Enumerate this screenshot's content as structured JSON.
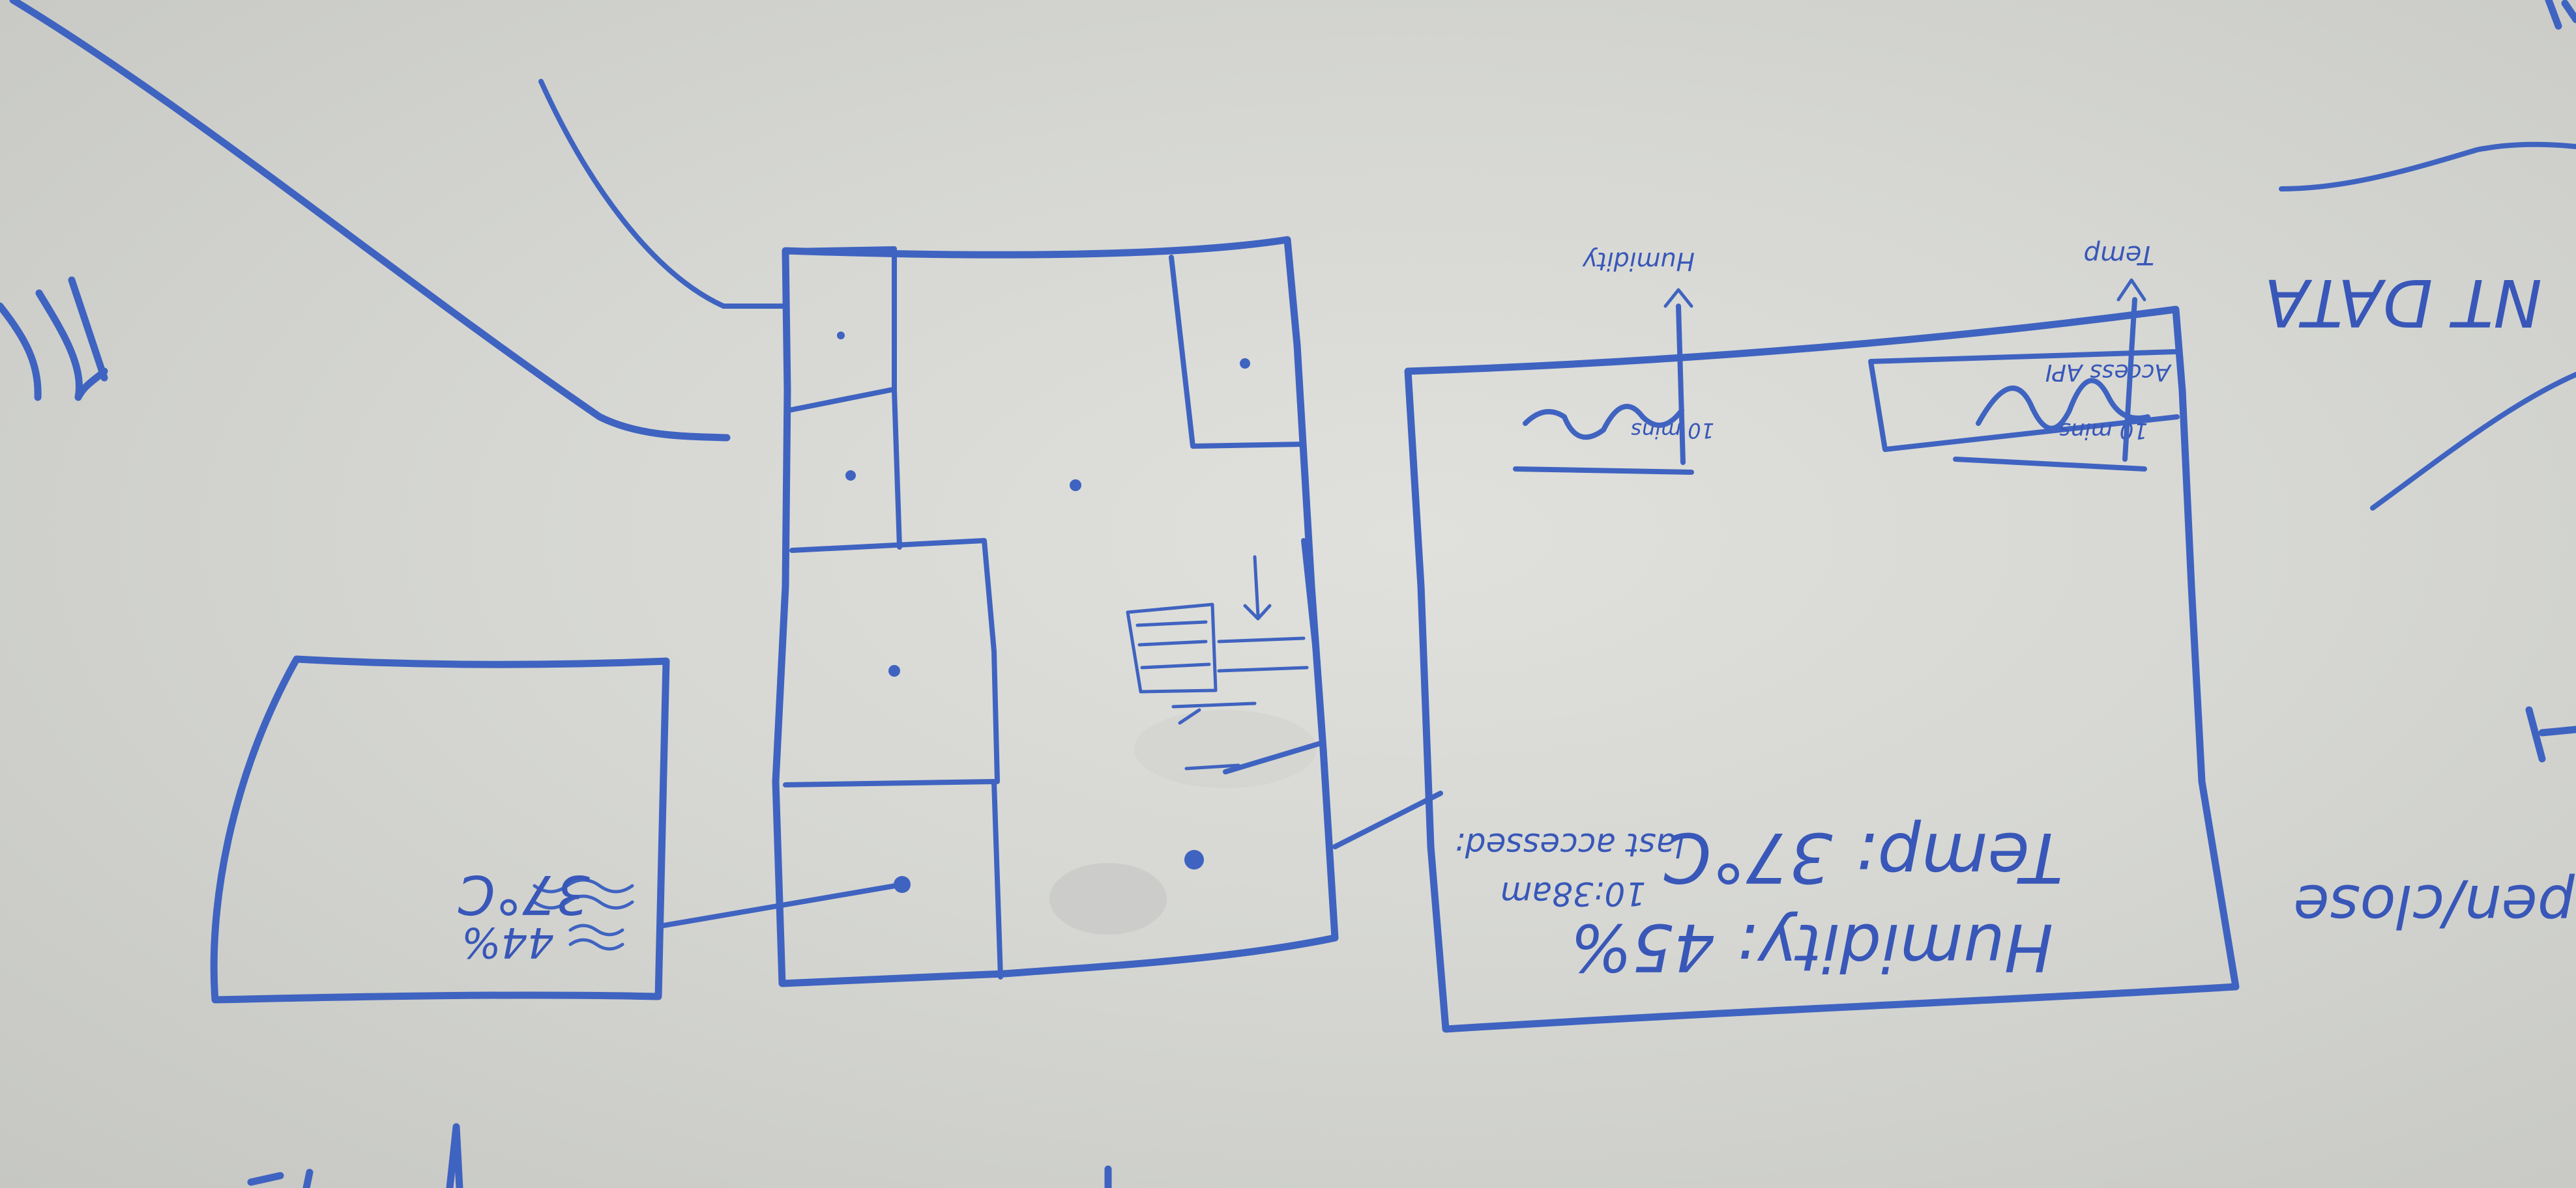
{
  "small_card": {
    "temp": "37°C",
    "humidity": "44%"
  },
  "detail_panel": {
    "access_api": "Access API",
    "temp": "Temp: 37°C",
    "humidity": "Humidity: 45%",
    "last_accessed_label": "last accessed:",
    "last_accessed_time": "10:38am",
    "graph_temp_label": "Temp",
    "graph_humidity_label": "Humidity",
    "graph_units_left": "10 mins",
    "graph_units_right": "10 mins"
  },
  "edge_text": {
    "data_heading": "NT DATA",
    "open_close": "pen/close"
  },
  "colors": {
    "ink": "#3f63c0",
    "board": "#d6d7d3"
  }
}
